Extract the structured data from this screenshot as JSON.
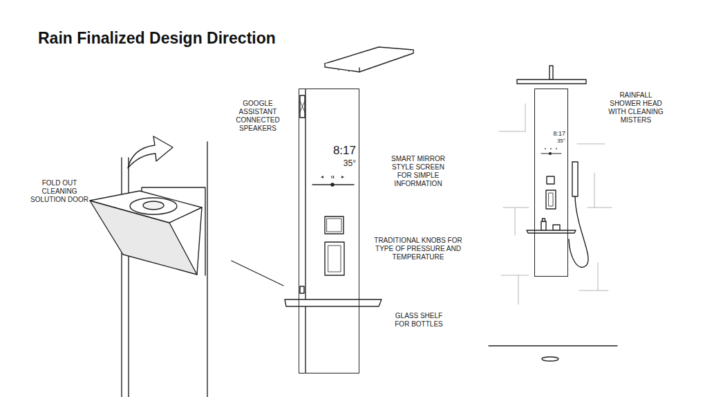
{
  "diagram": {
    "title": "Rain Finalized Design Direction",
    "nodes": [
      {
        "text": [
          "8:17",
          "35°"
        ]
      },
      {
        "text": [
          "8:17",
          "35°"
        ]
      }
    ],
    "labels": [
      "FOLD OUT CLEANING SOLUTION DOOR",
      "GOOGLE ASSISTANT CONNECTED SPEAKERS",
      "SMART MIRROR STYLE SCREEN FOR SIMPLE INFORMATION",
      "TRADITIONAL KNOBS FOR TYPE OF PRESSURE AND TEMPERATURE",
      "GLASS SHELF FOR BOTTLES",
      "RAINFALL SHOWER HEAD WITH CLEANING MISTERS"
    ]
  }
}
